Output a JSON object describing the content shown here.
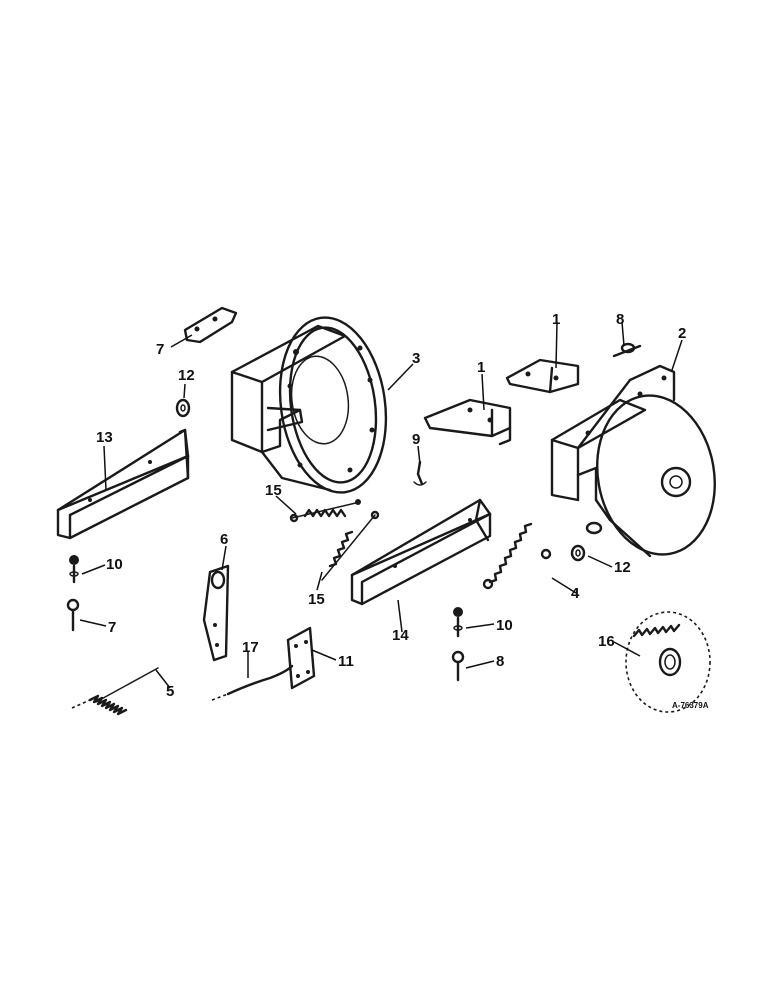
{
  "diagram": {
    "reference_code": "A-76379A",
    "callouts": [
      {
        "id": "c1a",
        "label": "1"
      },
      {
        "id": "c1b",
        "label": "1"
      },
      {
        "id": "c2",
        "label": "2"
      },
      {
        "id": "c3",
        "label": "3"
      },
      {
        "id": "c4",
        "label": "4"
      },
      {
        "id": "c5",
        "label": "5"
      },
      {
        "id": "c6",
        "label": "6"
      },
      {
        "id": "c7",
        "label": "7"
      },
      {
        "id": "c8a",
        "label": "8"
      },
      {
        "id": "c8b",
        "label": "8"
      },
      {
        "id": "c8c",
        "label": "8"
      },
      {
        "id": "c9",
        "label": "9"
      },
      {
        "id": "c10a",
        "label": "10"
      },
      {
        "id": "c10b",
        "label": "10"
      },
      {
        "id": "c11",
        "label": "11"
      },
      {
        "id": "c12a",
        "label": "12"
      },
      {
        "id": "c12b",
        "label": "12"
      },
      {
        "id": "c13",
        "label": "13"
      },
      {
        "id": "c14",
        "label": "14"
      },
      {
        "id": "c15a",
        "label": "15"
      },
      {
        "id": "c15b",
        "label": "15"
      },
      {
        "id": "c16",
        "label": "16"
      },
      {
        "id": "c17",
        "label": "17"
      }
    ]
  }
}
